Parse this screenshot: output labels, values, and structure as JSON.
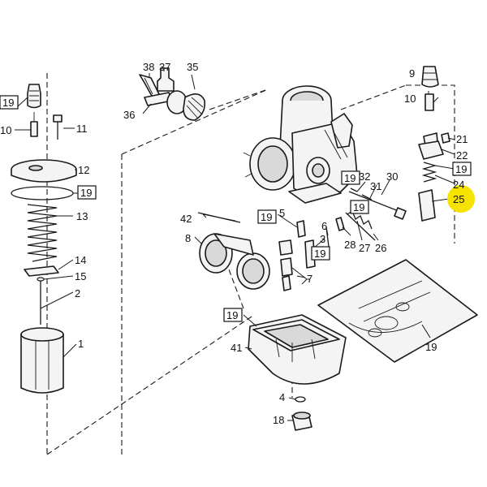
{
  "diagram": {
    "labels": {
      "p1": "1",
      "p2": "2",
      "p3": "3",
      "p4": "4",
      "p5": "5",
      "p6": "6",
      "p7": "7",
      "p8": "8",
      "p9": "9",
      "p10a": "10",
      "p10b": "10",
      "p11": "11",
      "p12": "12",
      "p13": "13",
      "p14": "14",
      "p15": "15",
      "p18": "18",
      "p19a": "19",
      "p19b": "19",
      "p19c": "19",
      "p19d": "19",
      "p19e": "19",
      "p19f": "19",
      "p19g": "19",
      "p19h": "19",
      "p19i": "19",
      "p21": "21",
      "p22": "22",
      "p24": "24",
      "p25": "25",
      "p26": "26",
      "p27": "27",
      "p28": "28",
      "p30": "30",
      "p31": "31",
      "p32": "32",
      "p35": "35",
      "p36": "36",
      "p37": "37",
      "p38": "38",
      "p41": "41",
      "p42": "42"
    },
    "colors": {
      "highlight": "#f7e300",
      "ink": "#1a1a1a"
    }
  }
}
